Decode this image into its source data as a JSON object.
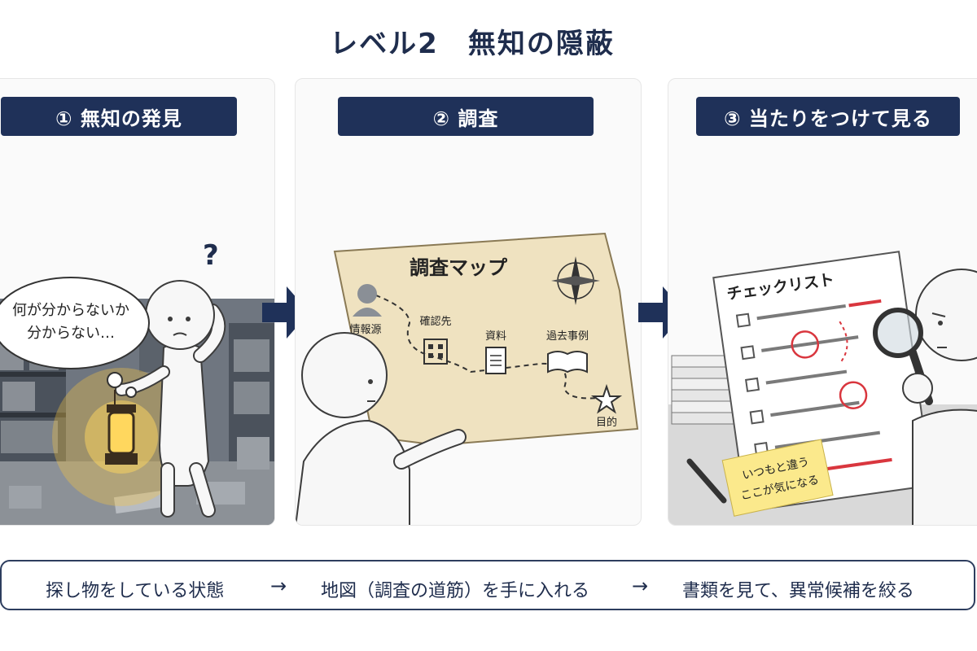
{
  "title": "レベル2　無知の隠蔽",
  "steps": [
    {
      "label": "① 無知の発見",
      "bubble_line1": "何が分からないか",
      "bubble_line2": "分からない…",
      "question_mark": "?"
    },
    {
      "label": "② 調査",
      "map_title": "調査マップ",
      "map_nodes": [
        "情報源",
        "確認先",
        "資料",
        "過去事例",
        "目的"
      ]
    },
    {
      "label": "③ 当たりをつけて見る",
      "checklist_title": "チェックリスト",
      "note_line1": "いつもと違う",
      "note_line2": "ここが気になる"
    }
  ],
  "summary": {
    "items": [
      "探し物をしている状態",
      "地図（調査の道筋）を手に入れる",
      "書類を見て、異常候補を絞る"
    ],
    "arrow": "→"
  },
  "colors": {
    "navy": "#1f3159",
    "lantern_glow": "#f5c542",
    "map_paper": "#efe2c0",
    "note_yellow": "#fbe98c",
    "highlight_red": "#d9363e"
  }
}
